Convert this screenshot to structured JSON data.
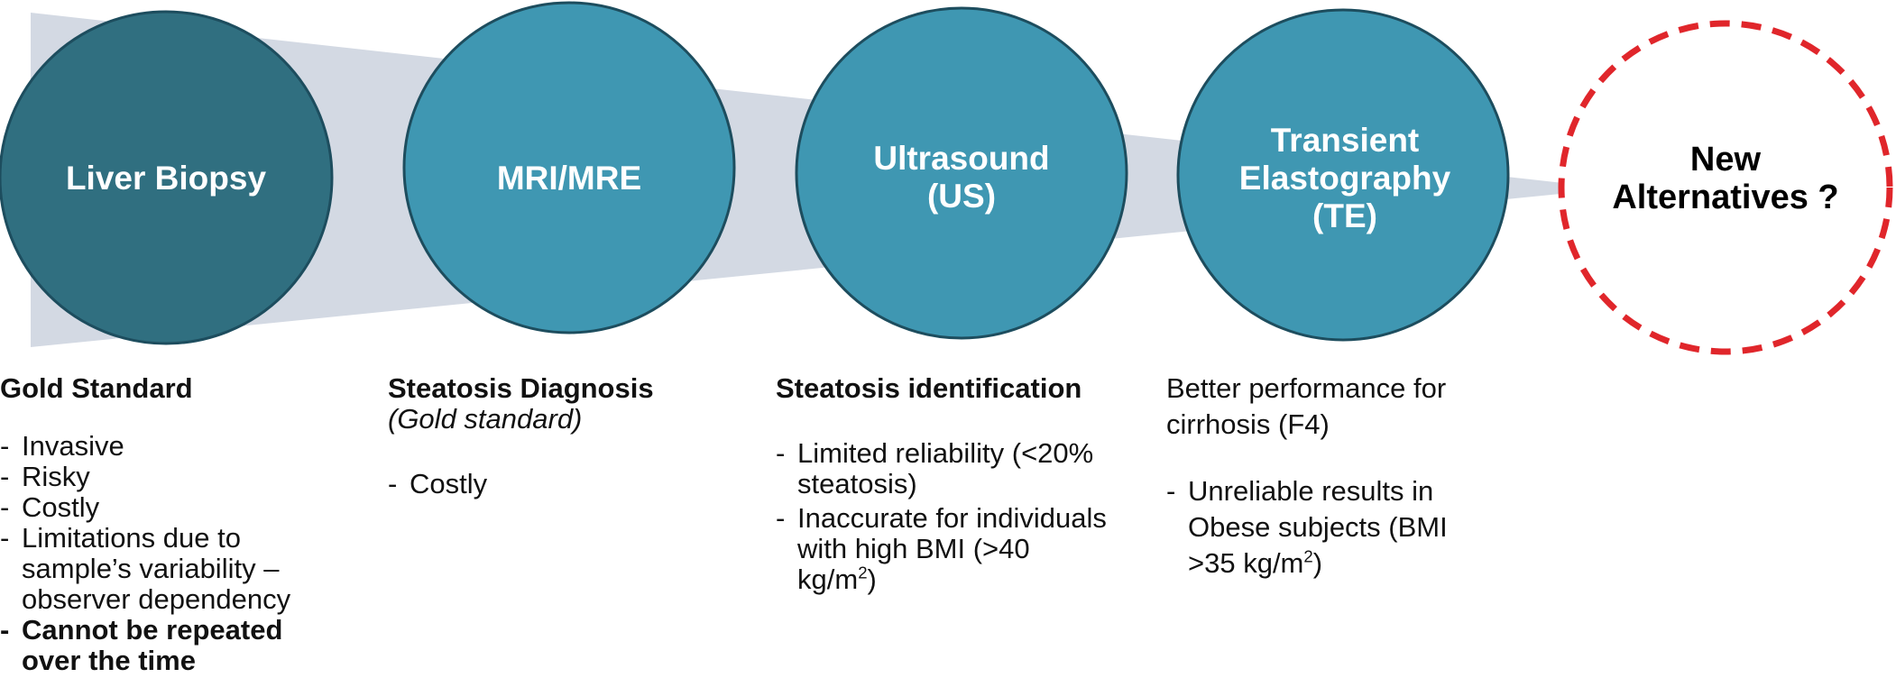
{
  "colors": {
    "funnel": "#d3d9e3",
    "circle_dark": "#306f80",
    "circle": "#3f97b2",
    "circle_stroke": "#1d4d5e",
    "dashed": "#e0262b"
  },
  "methods": [
    {
      "circle_lines": [
        "Liver Biopsy"
      ],
      "heading": "Gold Standard",
      "bullets": [
        "Invasive",
        "Risky",
        "Costly",
        "Limitations due to sample’s variability – observer dependency"
      ],
      "bold_bullet": "Cannot be repeated over the time"
    },
    {
      "circle_lines": [
        "MRI/MRE"
      ],
      "heading": "Steatosis Diagnosis",
      "subheading": "(Gold standard)",
      "bullets": [
        "Costly"
      ]
    },
    {
      "circle_lines": [
        "Ultrasound",
        "(US)"
      ],
      "heading": "Steatosis identification",
      "bullets": [
        "Limited reliability (<20% steatosis)",
        "Inaccurate for individuals with high BMI (>40 kg/m",
        "2",
        ")"
      ]
    },
    {
      "circle_lines": [
        "Transient",
        "Elastography",
        "(TE)"
      ],
      "intro": "Better performance for cirrhosis (F4)",
      "bullets": [
        "Unreliable results in Obese subjects (BMI >35 kg/m",
        "2",
        ")"
      ]
    }
  ],
  "new_alternatives": {
    "circle_lines": [
      "New",
      "Alternatives ?"
    ],
    "icon": "dashed-circle"
  }
}
